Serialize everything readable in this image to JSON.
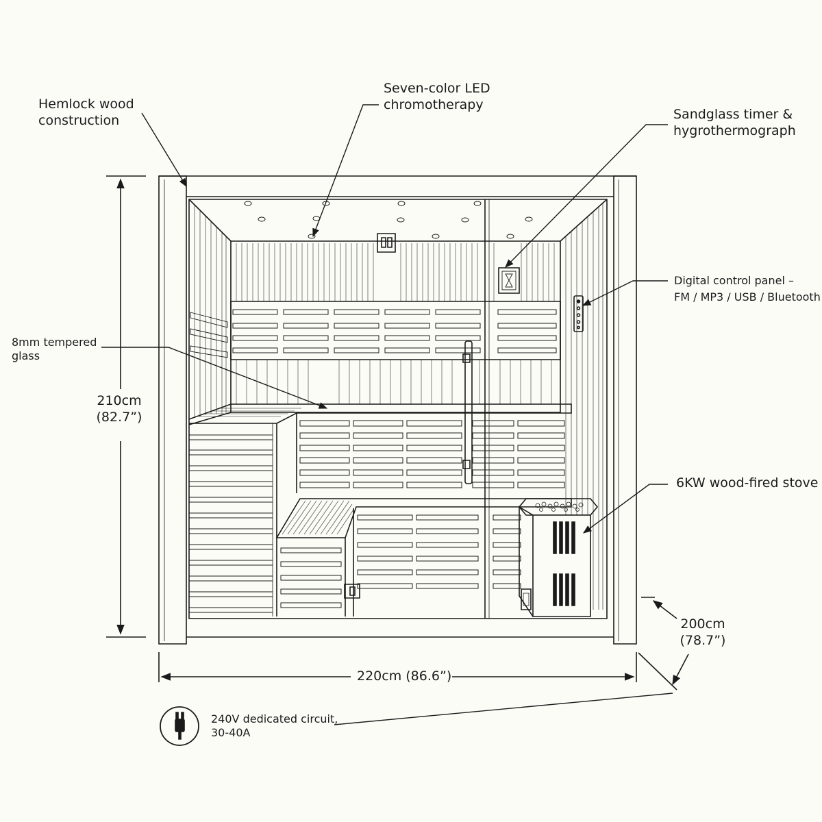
{
  "labels": {
    "wood": [
      "Hemlock wood",
      "construction"
    ],
    "led": [
      "Seven-color LED",
      "chromotherapy"
    ],
    "timer": [
      "Sandglass timer &",
      "hygrothermograph"
    ],
    "control": [
      "Digital control panel –",
      "FM / MP3 / USB / Bluetooth"
    ],
    "glass": [
      "8mm tempered",
      "glass"
    ],
    "stove": "6KW wood-fired stove",
    "height": [
      "210cm",
      "(82.7”)"
    ],
    "width": "220cm (86.6”)",
    "depth": [
      "200cm",
      "(78.7”)"
    ],
    "power": [
      "240V dedicated circuit,",
      "30-40A"
    ]
  },
  "icons": {
    "plug": "plug-icon"
  },
  "colors": {
    "line": "#1a1a1a",
    "background": "#fcfcf7"
  }
}
